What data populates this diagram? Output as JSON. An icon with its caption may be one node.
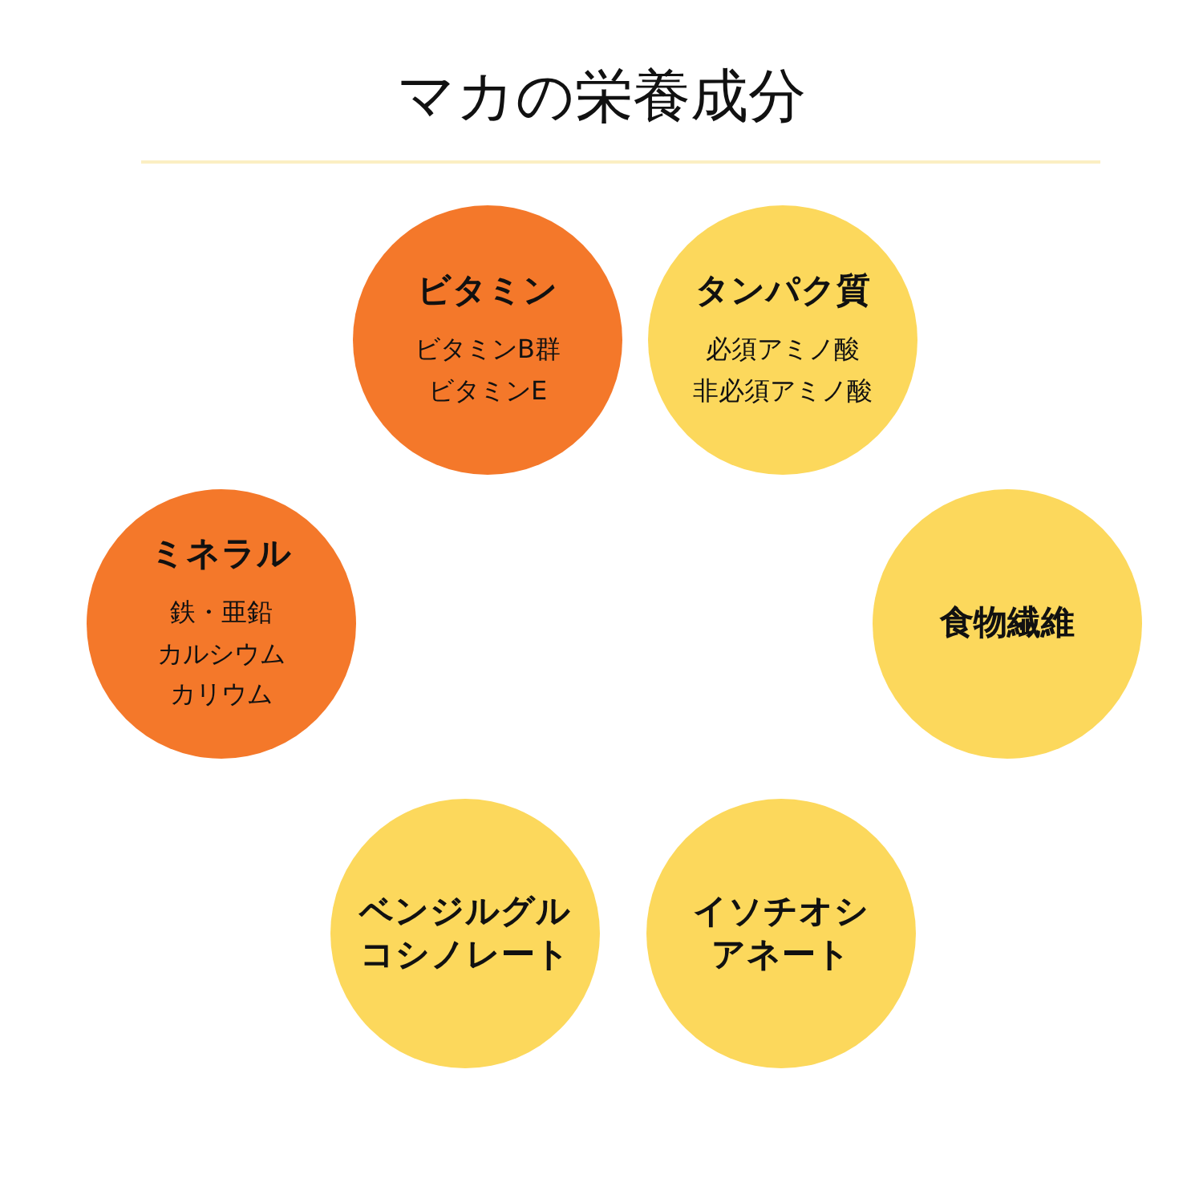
{
  "diagram": {
    "title": "マカの栄養成分",
    "nodes": [
      {
        "text": [
          "ビタミン",
          "ビタミンB群",
          "ビタミンE"
        ]
      },
      {
        "text": [
          "タンパク質",
          "必須アミノ酸",
          "非必須アミノ酸"
        ]
      },
      {
        "text": [
          "ミネラル",
          "鉄・亜鉛",
          "カルシウム",
          "カリウム"
        ]
      },
      {
        "text": [
          "食物繊維"
        ]
      },
      {
        "text": [
          "ベンジルグルコシノレート"
        ]
      },
      {
        "text": [
          "イソチオシアネート"
        ]
      }
    ],
    "edges": []
  }
}
